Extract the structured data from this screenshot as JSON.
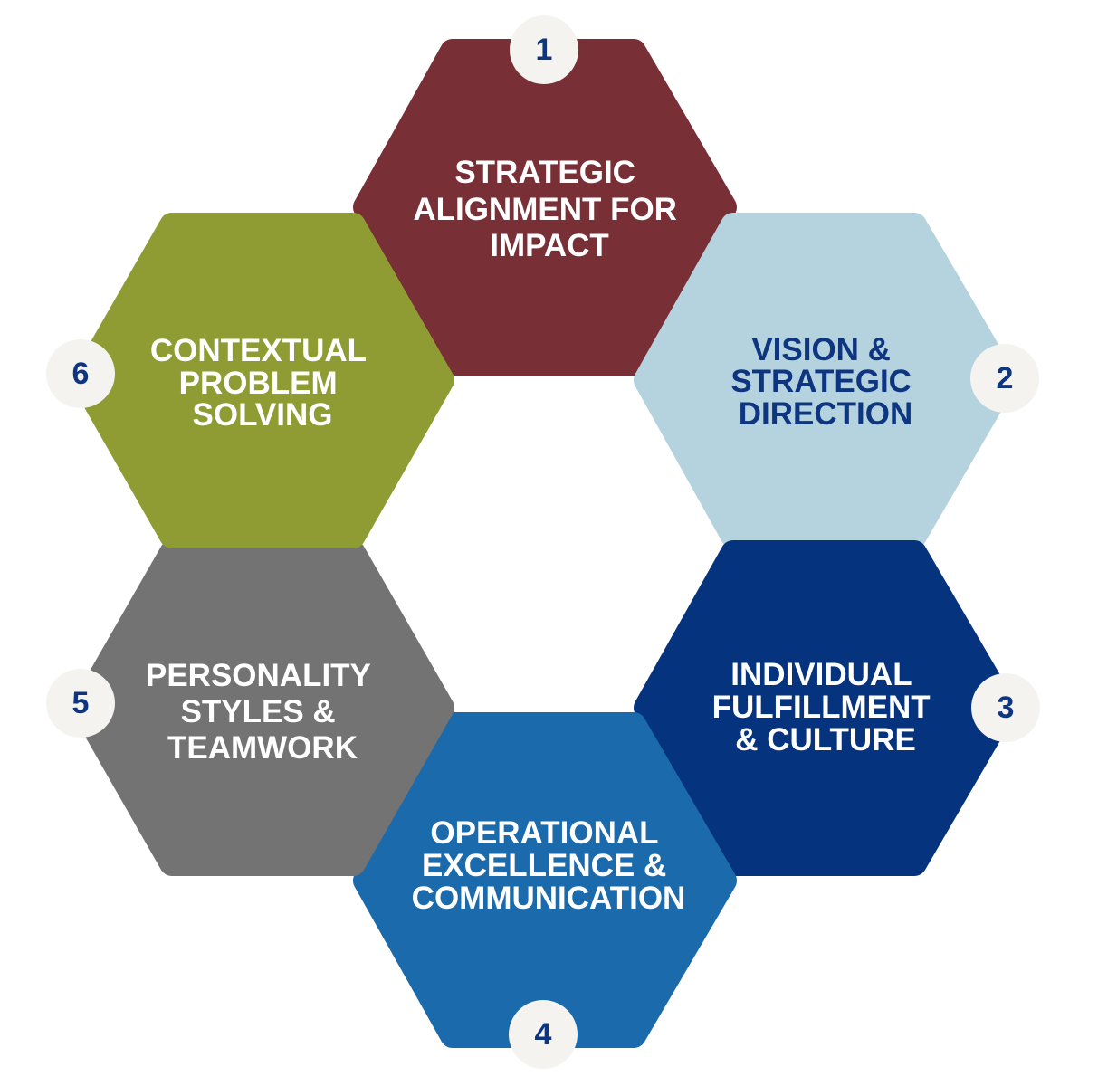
{
  "diagram": {
    "segments": [
      {
        "number": "1",
        "lines": [
          "STRATEGIC",
          "ALIGNMENT FOR",
          "IMPACT"
        ],
        "fill": "#782f36",
        "text_color": "#ffffff"
      },
      {
        "number": "2",
        "lines": [
          "VISION &",
          "STRATEGIC",
          "DIRECTION"
        ],
        "fill": "#b5d3df",
        "text_color": "#0d3580"
      },
      {
        "number": "3",
        "lines": [
          "INDIVIDUAL",
          "FULFILLMENT",
          "& CULTURE"
        ],
        "fill": "#06337d",
        "text_color": "#ffffff"
      },
      {
        "number": "4",
        "lines": [
          "OPERATIONAL",
          "EXCELLENCE &",
          "COMMUNICATION"
        ],
        "fill": "#1b6aab",
        "text_color": "#ffffff"
      },
      {
        "number": "5",
        "lines": [
          "PERSONALITY",
          "STYLES &",
          "TEAMWORK"
        ],
        "fill": "#737373",
        "text_color": "#ffffff"
      },
      {
        "number": "6",
        "lines": [
          "CONTEXTUAL",
          "PROBLEM",
          "SOLVING"
        ],
        "fill": "#8e9c33",
        "text_color": "#ffffff"
      }
    ],
    "badge_fill": "#f4f3ef",
    "badge_text_color": "#0d3580"
  }
}
